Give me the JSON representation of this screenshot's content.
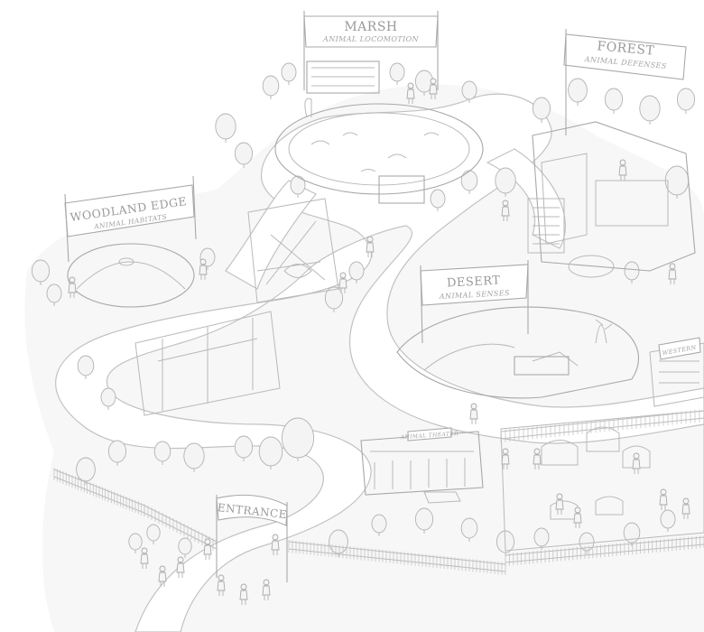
{
  "zones": {
    "marsh": {
      "title": "MARSH",
      "subtitle": "ANIMAL LOCOMOTION"
    },
    "forest": {
      "title": "FOREST",
      "subtitle": "ANIMAL DEFENSES"
    },
    "woodland_edge": {
      "title": "WOODLAND EDGE",
      "subtitle": "ANIMAL HABITATS"
    },
    "desert": {
      "title": "DESERT",
      "subtitle": "ANIMAL SENSES"
    },
    "entrance": {
      "title": "ENTRANCE"
    },
    "theater": {
      "title": "ANIMAL THEATER"
    },
    "western": {
      "title": "WESTERN"
    }
  },
  "colors": {
    "ink": "#b9b9b9",
    "paper": "#ffffff",
    "shade": "#f4f4f4"
  }
}
